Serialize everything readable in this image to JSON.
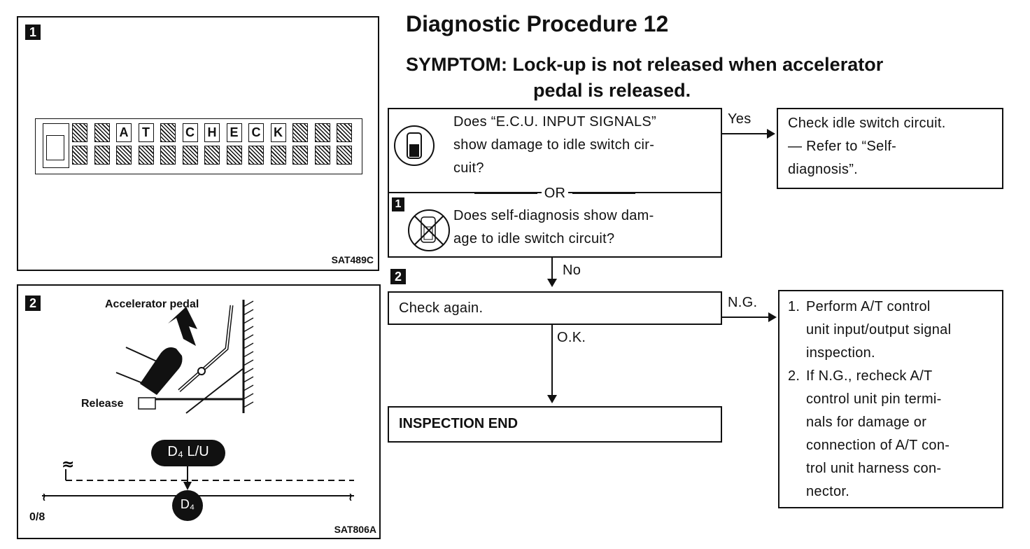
{
  "title": "Diagnostic Procedure 12",
  "symptom": {
    "label": "SYMPTOM:",
    "line1": "Lock-up is not released when accelerator",
    "line2": "pedal is released."
  },
  "figure1": {
    "badge": "1",
    "code": "SAT489C",
    "lcd_letters": [
      "A",
      "T",
      "C",
      "H",
      "E",
      "C",
      "K"
    ]
  },
  "figure2": {
    "badge": "2",
    "code": "SAT806A",
    "pedal_label": "Accelerator pedal",
    "release_label": "Release",
    "throttle_label": "0/8",
    "lu_label": "D₄ L/U",
    "d4_label": "D₄"
  },
  "flow": {
    "q1": {
      "line1": "Does “E.C.U. INPUT SIGNALS”",
      "line2": "show damage to idle switch cir-",
      "line3": "cuit?"
    },
    "or_label": "OR",
    "q2": {
      "badge": "1",
      "line1": "Does self-diagnosis show dam-",
      "line2": "age to idle switch circuit?"
    },
    "yes_label": "Yes",
    "yes_box": {
      "line1": "Check idle switch circuit.",
      "line2": "— Refer to “Self-",
      "line3": "diagnosis”."
    },
    "no_label": "No",
    "step2_badge": "2",
    "check_again": "Check again.",
    "ng_label": "N.G.",
    "ok_label": "O.K.",
    "ng_box": {
      "item1_num": "1.",
      "item1_l1": "Perform A/T control",
      "item1_l2": "unit input/output signal",
      "item1_l3": "inspection.",
      "item2_num": "2.",
      "item2_l1": "If N.G., recheck A/T",
      "item2_l2": "control unit pin termi-",
      "item2_l3": "nals for damage or",
      "item2_l4": "connection of A/T con-",
      "item2_l5": "trol unit harness con-",
      "item2_l6": "nector."
    },
    "end_box": "INSPECTION END"
  }
}
